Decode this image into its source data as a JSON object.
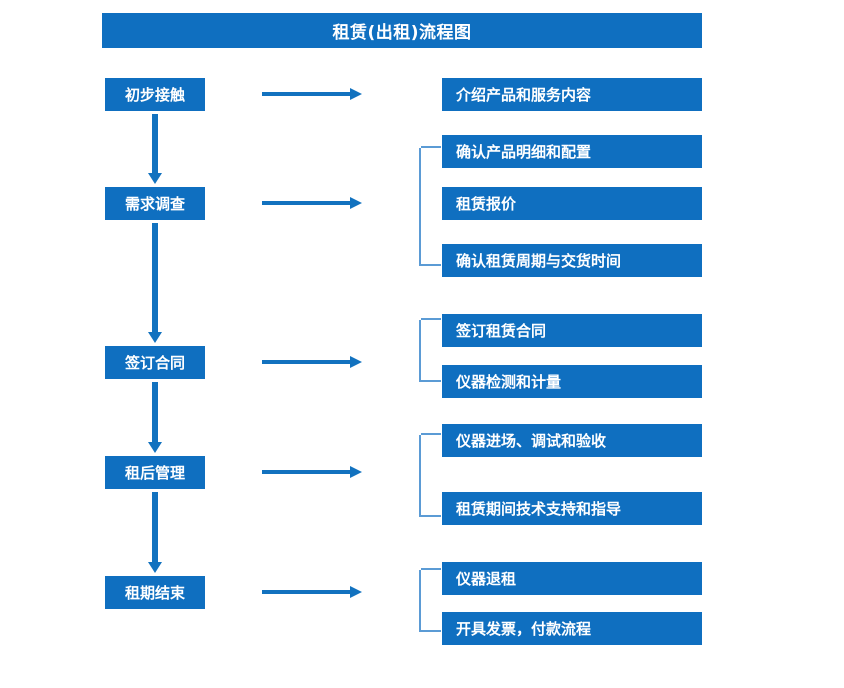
{
  "title": "租赁(出租)流程图",
  "colors": {
    "box_blue": "#0F6FC0",
    "arrow_blue": "#1272BF",
    "bracket_blue": "#5B9BD5",
    "text": "#FFFFFF",
    "background": "#FFFFFF"
  },
  "stages": [
    {
      "label": "初步接触"
    },
    {
      "label": "需求调查"
    },
    {
      "label": "签订合同"
    },
    {
      "label": "租后管理"
    },
    {
      "label": "租期结束"
    }
  ],
  "details": [
    {
      "label": "介绍产品和服务内容"
    },
    {
      "label": "确认产品明细和配置"
    },
    {
      "label": "租赁报价"
    },
    {
      "label": "确认租赁周期与交货时间"
    },
    {
      "label": "签订租赁合同"
    },
    {
      "label": "仪器检测和计量"
    },
    {
      "label": "仪器进场、调试和验收"
    },
    {
      "label": "租赁期间技术支持和指导"
    },
    {
      "label": "仪器退租"
    },
    {
      "label": "开具发票，付款流程"
    }
  ],
  "groups": [
    {
      "stage": "需求调查",
      "members": [
        "确认产品明细和配置",
        "租赁报价",
        "确认租赁周期与交货时间"
      ]
    },
    {
      "stage": "签订合同",
      "members": [
        "签订租赁合同",
        "仪器检测和计量"
      ]
    },
    {
      "stage": "租后管理",
      "members": [
        "仪器进场、调试和验收",
        "租赁期间技术支持和指导"
      ]
    },
    {
      "stage": "租期结束",
      "members": [
        "仪器退租",
        "开具发票，付款流程"
      ]
    }
  ],
  "flow": [
    {
      "from": "初步接触",
      "to": "需求调查"
    },
    {
      "from": "需求调查",
      "to": "签订合同"
    },
    {
      "from": "签订合同",
      "to": "租后管理"
    },
    {
      "from": "租后管理",
      "to": "租期结束"
    }
  ]
}
